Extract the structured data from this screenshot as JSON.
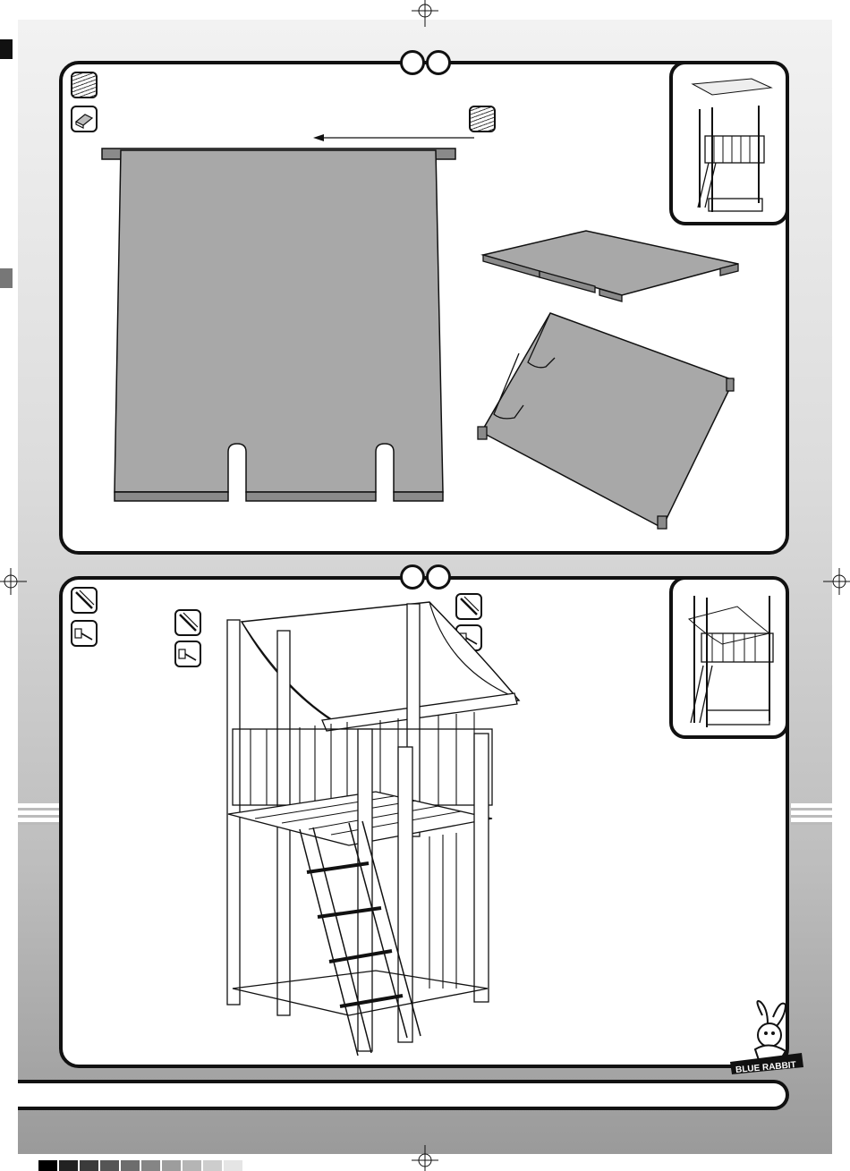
{
  "brand": {
    "logo_text": "BLUE RABBIT"
  },
  "steps": [
    {
      "id": "step-1",
      "icons": [
        "roof-board-icon",
        "fabric-part-icon"
      ],
      "part_icon": "roof-board-icon",
      "views": [
        "roof-flat",
        "roof-side",
        "roof-angled"
      ]
    },
    {
      "id": "step-2",
      "icons": [
        "long-screw-icon",
        "bolt-nut-icon"
      ],
      "views": [
        "playhouse-with-roof"
      ]
    }
  ],
  "color_bar": [
    "#000000",
    "#222222",
    "#3b3b3b",
    "#555555",
    "#6d6d6d",
    "#858585",
    "#9d9d9d",
    "#b5b5b5",
    "#cdcdcd",
    "#e5e5e5"
  ]
}
